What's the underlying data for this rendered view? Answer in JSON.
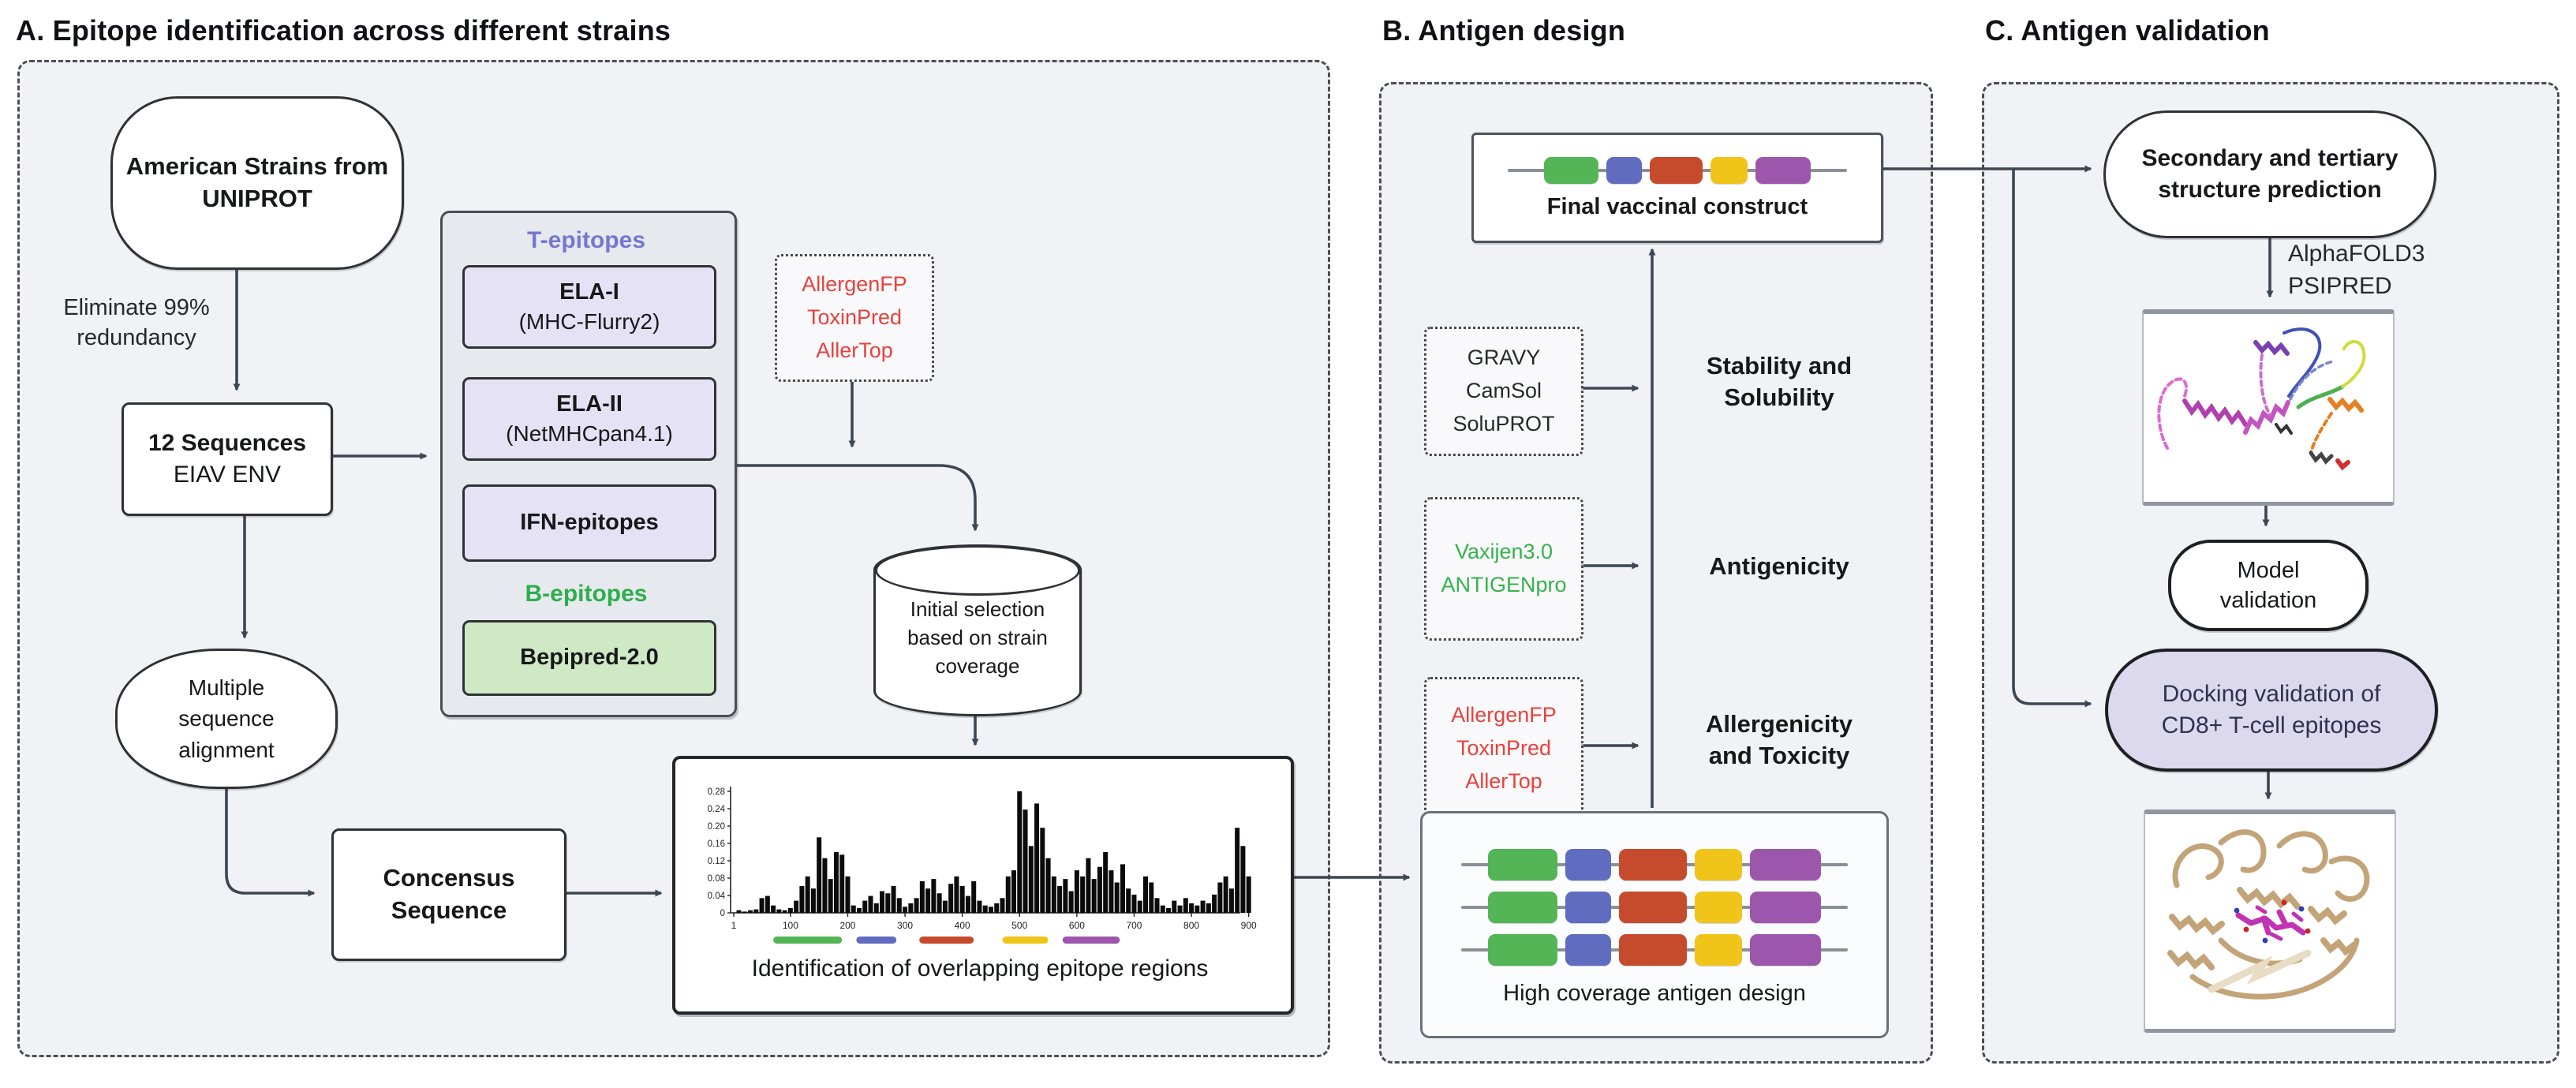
{
  "panelA": {
    "title": "A.  Epitope identification across different strains",
    "uniprot": [
      "American Strains from",
      "UNIPROT"
    ],
    "eliminate": [
      "Eliminate 99%",
      "redundancy"
    ],
    "sequences": [
      "12 Sequences",
      "EIAV ENV"
    ],
    "t_epitopes_label": "T-epitopes",
    "ela1": [
      "ELA-I",
      "(MHC-Flurry2)"
    ],
    "ela2": [
      "ELA-II",
      "(NetMHCpan4.1)"
    ],
    "ifn": "IFN-epitopes",
    "b_epitopes_label": "B-epitopes",
    "bepipred": "Bepipred-2.0",
    "allergen_filter": [
      "AllergenFP",
      "ToxinPred",
      "AllerTop"
    ],
    "cylinder": [
      "Initial selection",
      "based on strain",
      "coverage"
    ],
    "msa": [
      "Multiple",
      "sequence",
      "alignment"
    ],
    "consensus": [
      "Concensus",
      "Sequence"
    ]
  },
  "panelB": {
    "title": "B. Antigen design",
    "final_construct": "Final vaccinal construct",
    "gravy": [
      "GRAVY",
      "CamSol",
      "SoluPROT"
    ],
    "stability": [
      "Stability and",
      "Solubility"
    ],
    "vaxijen": [
      "Vaxijen3.0",
      "ANTIGENpro"
    ],
    "antigenicity": "Antigenicity",
    "allergen": [
      "AllergenFP",
      "ToxinPred",
      "AllerTop"
    ],
    "allergenicity": [
      "Allergenicity",
      "and Toxicity"
    ],
    "high_coverage": "High coverage antigen design"
  },
  "panelC": {
    "title": "C. Antigen validation",
    "secondary": [
      "Secondary and tertiary",
      "structure prediction"
    ],
    "tools": [
      "AlphaFOLD3",
      "PSIPRED"
    ],
    "model_validation": [
      "Model",
      "validation"
    ],
    "docking": [
      "Docking validation of",
      "CD8+ T-cell epitopes"
    ]
  },
  "colors": {
    "arrow": "#3d4653",
    "panel_bg": "#f1f2f5",
    "lavender_box": "#e6e2f5",
    "green_box": "#cfe9c5",
    "t_label": "#7577d0",
    "b_label": "#2fae4d",
    "red_text": "#e8413c",
    "green_text": "#35b34a",
    "docking_bg": "#dcd9ee",
    "block_green": "#53b555",
    "block_blue": "#5f6cc0",
    "block_red": "#c64b2c",
    "block_yellow": "#f0c419",
    "block_purple": "#9c57ad"
  },
  "epitope_blocks": [
    {
      "color": "#53b555",
      "w": 88
    },
    {
      "color": "#5f6cc0",
      "w": 58
    },
    {
      "color": "#c64b2c",
      "w": 86
    },
    {
      "color": "#f0c419",
      "w": 60
    },
    {
      "color": "#9c57ad",
      "w": 90
    }
  ],
  "chart_data": {
    "type": "bar",
    "title": "",
    "xlabel": "",
    "ylabel": "",
    "caption": "Identification of overlapping epitope regions",
    "x_range": [
      1,
      900
    ],
    "ylim": [
      0,
      0.3
    ],
    "grid": false,
    "legend": "none",
    "x_ticks": [
      "1",
      "100",
      "200",
      "300",
      "400",
      "500",
      "600",
      "700",
      "800",
      "900"
    ],
    "y_ticks": [
      "0.28",
      "0.24",
      "0.20",
      "0.16",
      "0.12",
      "0.08",
      "0.04",
      "0"
    ],
    "bar_positions_step": 10,
    "values": [
      0.006,
      0.003,
      0.006,
      0.008,
      0.034,
      0.039,
      0.017,
      0.008,
      0.006,
      0.011,
      0.028,
      0.062,
      0.084,
      0.056,
      0.174,
      0.126,
      0.078,
      0.14,
      0.134,
      0.084,
      0.017,
      0.011,
      0.028,
      0.039,
      0.022,
      0.05,
      0.045,
      0.062,
      0.034,
      0.014,
      0.022,
      0.034,
      0.073,
      0.056,
      0.078,
      0.045,
      0.028,
      0.067,
      0.084,
      0.062,
      0.039,
      0.073,
      0.028,
      0.017,
      0.014,
      0.022,
      0.034,
      0.084,
      0.098,
      0.28,
      0.238,
      0.154,
      0.252,
      0.196,
      0.126,
      0.084,
      0.062,
      0.078,
      0.05,
      0.098,
      0.084,
      0.126,
      0.078,
      0.106,
      0.14,
      0.098,
      0.07,
      0.112,
      0.056,
      0.042,
      0.028,
      0.084,
      0.07,
      0.034,
      0.017,
      0.011,
      0.028,
      0.017,
      0.034,
      0.022,
      0.017,
      0.028,
      0.022,
      0.042,
      0.07,
      0.084,
      0.056,
      0.196,
      0.154,
      0.084
    ],
    "segments": [
      {
        "color": "#53b555",
        "x1": 70,
        "x2": 190
      },
      {
        "color": "#5f6cc0",
        "x1": 215,
        "x2": 285
      },
      {
        "color": "#c64b2c",
        "x1": 325,
        "x2": 420
      },
      {
        "color": "#f0c419",
        "x1": 470,
        "x2": 550
      },
      {
        "color": "#9c57ad",
        "x1": 575,
        "x2": 675
      }
    ]
  }
}
